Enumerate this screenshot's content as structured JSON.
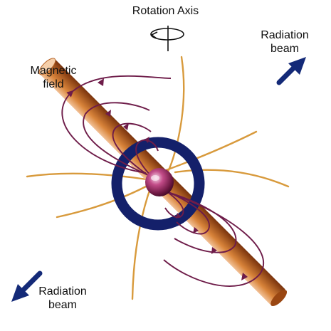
{
  "labels": {
    "rotation_axis": "Rotation Axis",
    "magnetic_field_line1": "Magnetic",
    "magnetic_field_line2": "field",
    "radiation_beam_top_line1": "Radiation",
    "radiation_beam_top_line2": "beam",
    "radiation_beam_bottom_line1": "Radiation",
    "radiation_beam_bottom_line2": "beam"
  },
  "colors": {
    "beam_light": "#f0b98a",
    "beam_mid": "#d9843a",
    "beam_dark": "#8a3f10",
    "ring": "#14206a",
    "field_lines": "#6e1c49",
    "orange_lines": "#d89a3c",
    "star_core": "#f3d2e4",
    "star_mid": "#b23a78",
    "star_edge": "#5a1035",
    "arrows": "#142a78"
  },
  "icons": {
    "rotation": "rotation-arrow-icon",
    "beam_direction": "arrow-icon"
  }
}
